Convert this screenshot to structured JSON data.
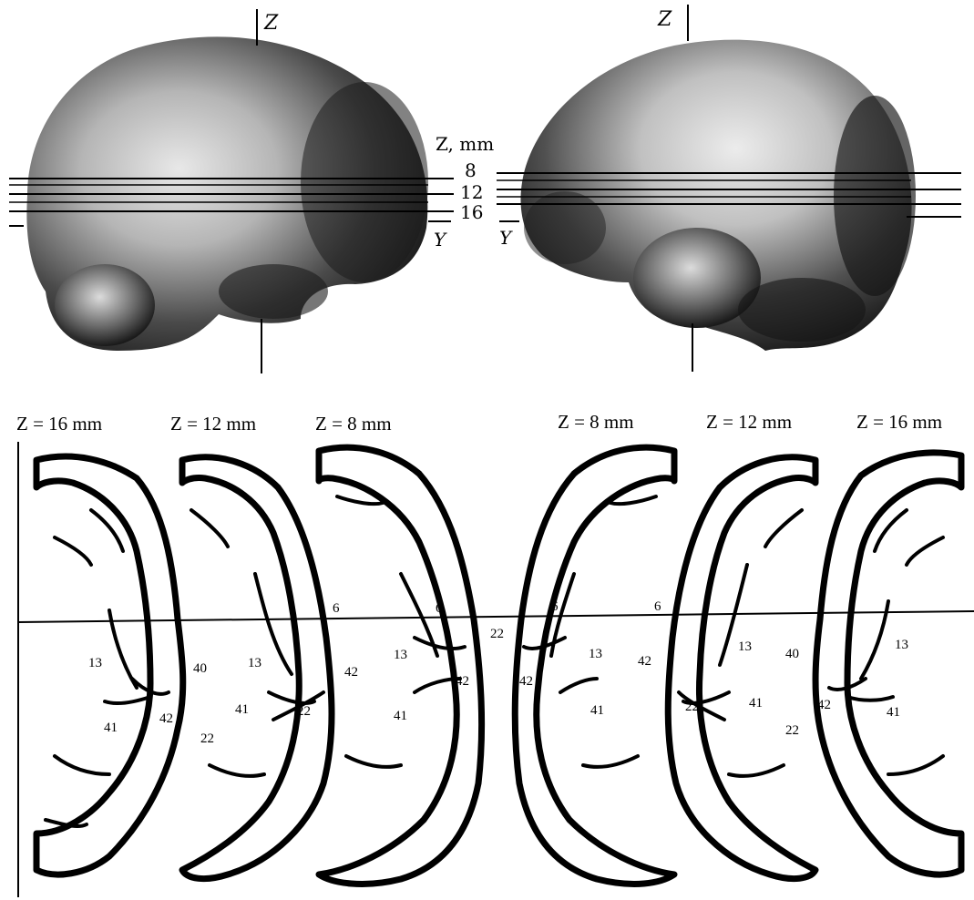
{
  "brains": {
    "left": {
      "axis_z": "Z",
      "axis_y": "Y"
    },
    "right": {
      "axis_z": "Z",
      "axis_y": "Y"
    },
    "scale": {
      "title": "Z, mm",
      "ticks": [
        "8",
        "12",
        "16"
      ]
    }
  },
  "slices": [
    {
      "title": "Z = 16 mm",
      "labels": [
        "13",
        "40",
        "41",
        "42",
        "22"
      ]
    },
    {
      "title": "Z = 12 mm",
      "labels": [
        "6",
        "13",
        "42",
        "41",
        "22"
      ]
    },
    {
      "title": "Z = 8 mm",
      "labels": [
        "6",
        "13",
        "42",
        "41",
        "22"
      ]
    },
    {
      "title": "Z = 8 mm",
      "labels": [
        "6",
        "13",
        "42",
        "41"
      ]
    },
    {
      "title": "Z = 12 mm",
      "labels": [
        "6",
        "42",
        "13",
        "22",
        "41"
      ]
    },
    {
      "title": "Z = 16 mm",
      "labels": [
        "40",
        "13",
        "42",
        "41",
        "22"
      ]
    }
  ]
}
